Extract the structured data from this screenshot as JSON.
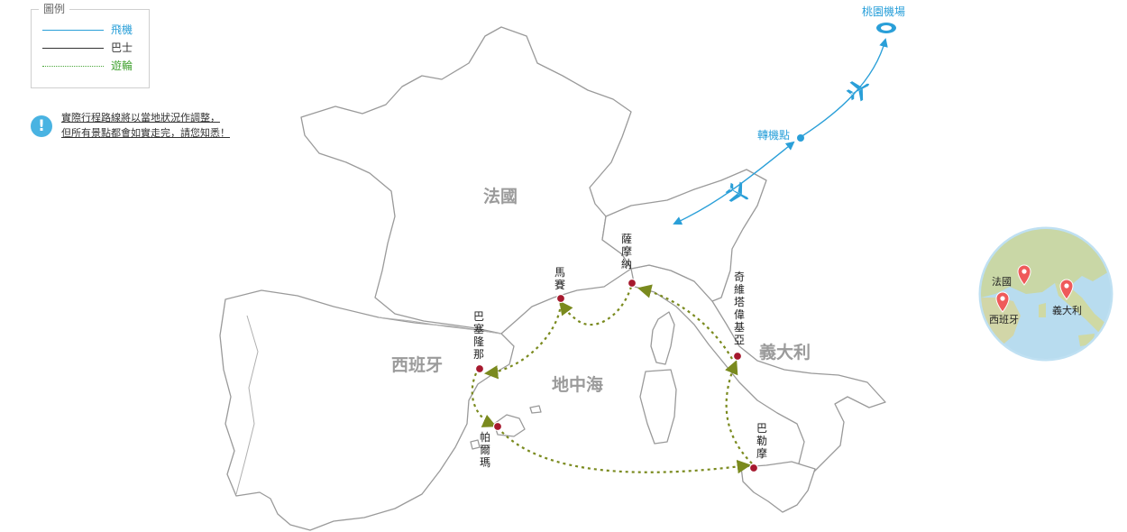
{
  "legend": {
    "title": "圖例",
    "items": [
      {
        "label": "飛機",
        "style": "solid",
        "color": "#2a9fd8"
      },
      {
        "label": "巴士",
        "style": "solid",
        "color": "#333333"
      },
      {
        "label": "遊輪",
        "style": "dotted",
        "color": "#4aa63a"
      }
    ]
  },
  "notice": {
    "icon": "exclamation-icon",
    "line1": "實際行程路線將以當地狀況作調整，",
    "line2": "但所有景點都會如實走完，請您知悉！"
  },
  "countries": {
    "france": "法國",
    "spain": "西班牙",
    "italy": "義大利",
    "sea": "地中海"
  },
  "air": {
    "origin": "桃園機場",
    "transfer": "轉機點"
  },
  "ports": {
    "marseille": "馬賽",
    "monaco": "薩摩納",
    "barcelona": "巴塞隆那",
    "palma": "帕爾瑪",
    "civitavecchia": "奇維塔偉基亞",
    "palermo": "巴勒摩"
  },
  "inset": {
    "france": "法國",
    "spain": "西班牙",
    "italy": "義大利"
  },
  "colors": {
    "plane": "#2a9fd8",
    "cruise": "#7a8a1e",
    "port": "#a6192e",
    "land_stroke": "#9a9a9a"
  }
}
